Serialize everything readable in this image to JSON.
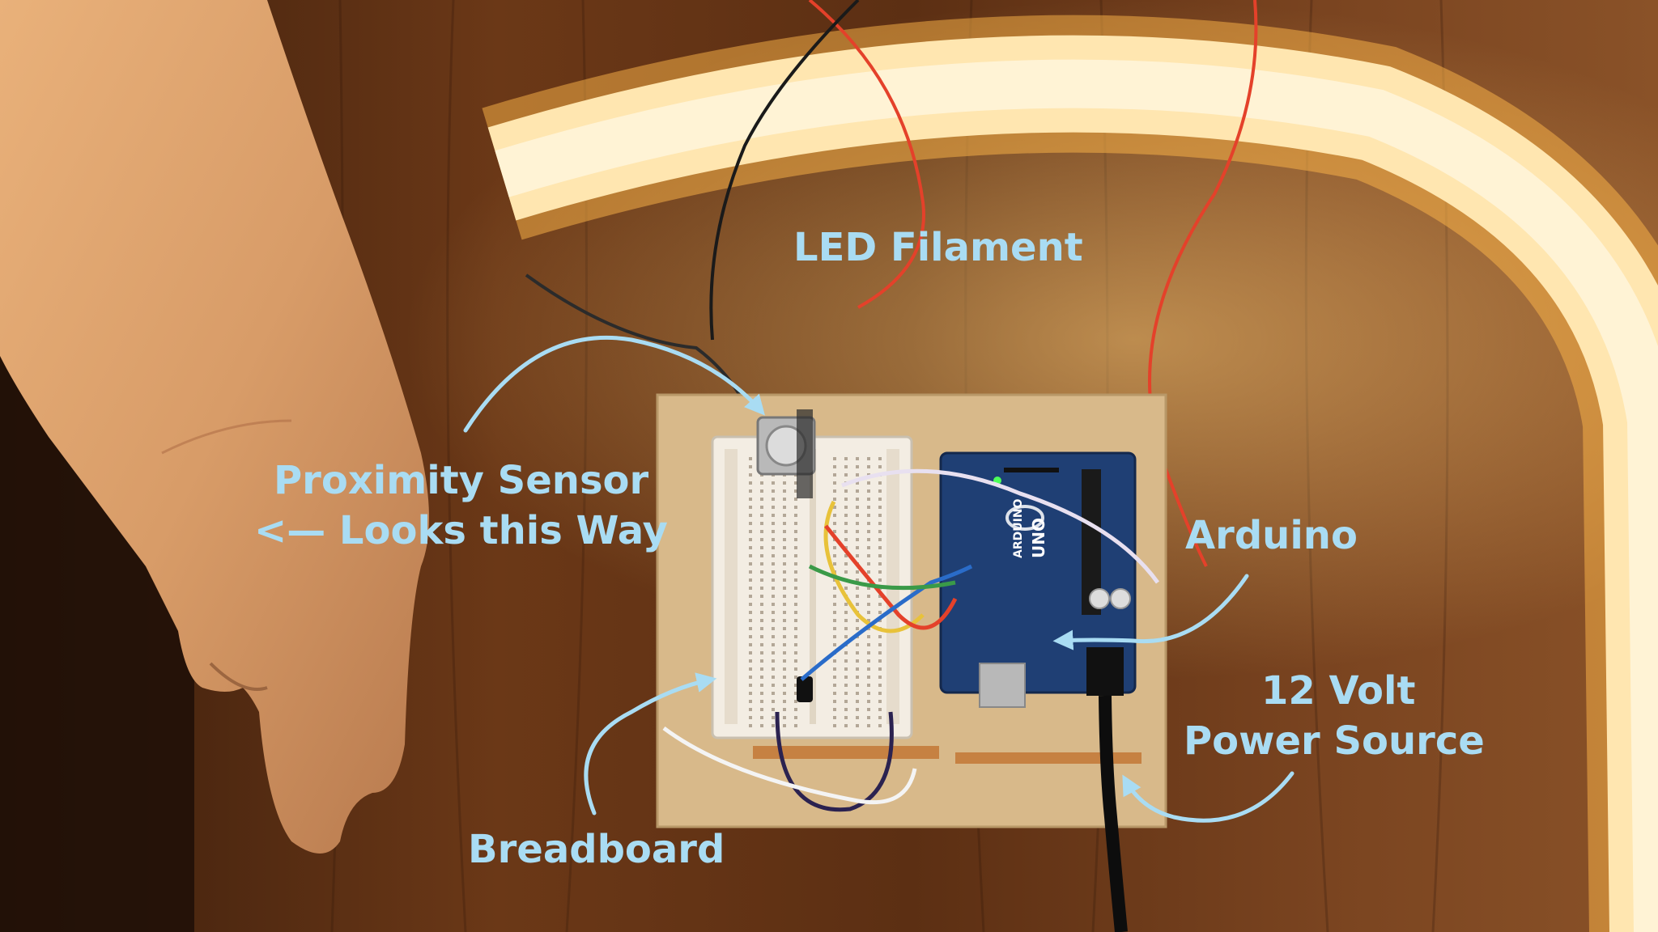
{
  "labels": {
    "led_filament": "LED Filament",
    "proximity_line1": "Proximity Sensor",
    "proximity_line2": "<— Looks this Way",
    "arduino": "Arduino",
    "power_line1": "12 Volt",
    "power_line2": "Power Source",
    "breadboard": "Breadboard"
  },
  "board_print": {
    "arduino_brand": "ARDUINO",
    "uno": "UNO"
  },
  "colors": {
    "annotation": "#a9dcf3",
    "led_glow": "#ffd27a",
    "wood": "#5a2f16",
    "arduino_blue": "#1f3f74"
  }
}
